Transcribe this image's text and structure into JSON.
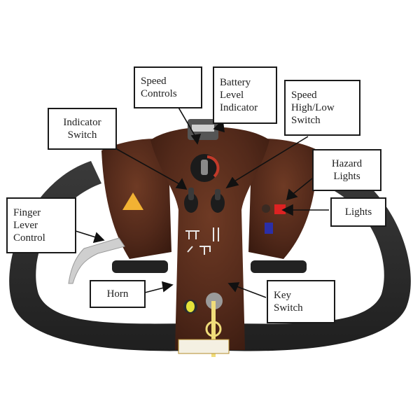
{
  "diagram": {
    "subject": "Mobility scooter tiller control console",
    "colors": {
      "grip": "#2b2b2b",
      "console_wood": "#5a2e1e",
      "console_dark": "#3e1c12",
      "label_border": "#1a1a1a",
      "arrow": "#111111",
      "background": "#ffffff"
    },
    "labels": [
      {
        "id": "speed-controls",
        "lines": [
          "Speed",
          "Controls"
        ]
      },
      {
        "id": "battery-level-indicator",
        "lines": [
          "Battery",
          "Level",
          "Indicator"
        ]
      },
      {
        "id": "speed-high-low-switch",
        "lines": [
          "Speed",
          "High/Low",
          "Switch"
        ]
      },
      {
        "id": "indicator-switch",
        "lines": [
          "Indicator",
          "Switch"
        ]
      },
      {
        "id": "hazard-lights",
        "lines": [
          "Hazard",
          "Lights"
        ]
      },
      {
        "id": "lights",
        "lines": [
          "Lights"
        ]
      },
      {
        "id": "finger-lever-control",
        "lines": [
          "Finger",
          "Lever",
          "Control"
        ]
      },
      {
        "id": "horn",
        "lines": [
          "Horn"
        ]
      },
      {
        "id": "key-switch",
        "lines": [
          "Key",
          "Switch"
        ]
      }
    ]
  }
}
